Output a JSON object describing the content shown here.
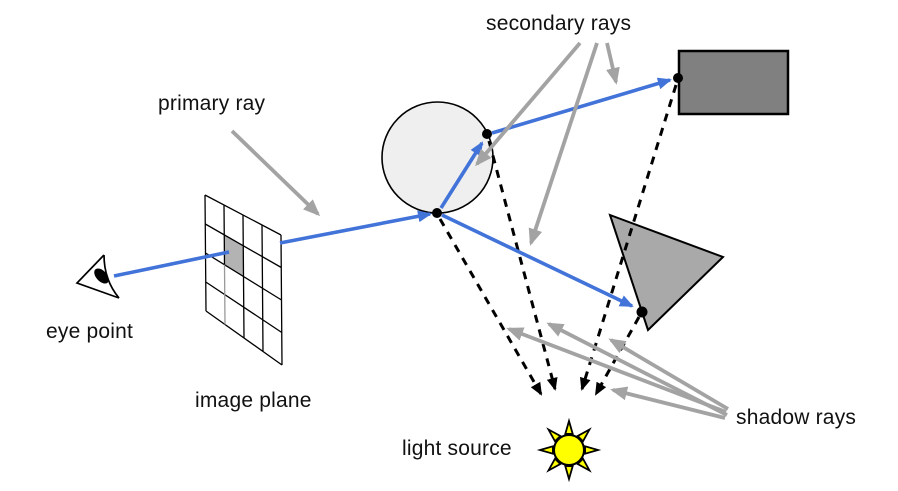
{
  "diagram": {
    "type": "ray-tracing-illustration",
    "labels": {
      "primary_ray": "primary ray",
      "secondary_rays": "secondary rays",
      "shadow_rays": "shadow rays",
      "eye_point": "eye point",
      "image_plane": "image plane",
      "light_source": "light source"
    },
    "colors": {
      "ray_blue": "#4273d9",
      "pointer_gray": "#a3a3a3",
      "shadow_ray_black": "#000000",
      "object_dark_gray": "#808080",
      "object_medium_gray": "#a9a9a9",
      "sphere_light_gray": "#efefef",
      "pixel_cell_gray": "#b3b3b3",
      "grid_line_gray": "#999999",
      "sun_yellow": "#ffff00",
      "label_text": "#111111",
      "background": "#ffffff"
    },
    "scene": {
      "objects": [
        "sphere",
        "rectangle",
        "triangle"
      ],
      "ray_counts": {
        "primary": 1,
        "secondary": 3,
        "shadow": 4
      },
      "image_plane_grid": "4x4",
      "highlighted_pixel": "row 2, column 2"
    }
  }
}
